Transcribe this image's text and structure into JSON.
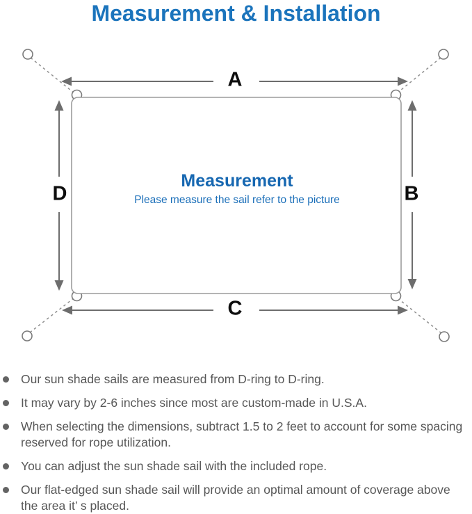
{
  "header": {
    "title": "Measurement & Installation"
  },
  "colors": {
    "title_blue": "#1b74bc",
    "heading_blue": "#1667b1",
    "subtitle_blue": "#1b6fb9",
    "outline_gray": "#9c9c9c",
    "arrow_gray": "#6d6d6d",
    "note_text_gray": "#575757",
    "label_black": "#0d0d0d"
  },
  "diagram": {
    "labels": {
      "top": "A",
      "right": "B",
      "bottom": "C",
      "left": "D"
    },
    "center": {
      "heading": "Measurement",
      "subtitle": "Please measure the sail refer to the picture"
    },
    "icons": [
      "anchor-point-icon",
      "d-ring-icon",
      "rope-dashed-line",
      "sail-outline",
      "double-arrow"
    ]
  },
  "notes": {
    "items": [
      {
        "lines": [
          "Our sun shade sails are measured from D-ring to D-ring."
        ]
      },
      {
        "lines": [
          "It may vary by 2-6 inches since most are custom-made in U.S.A."
        ]
      },
      {
        "lines": [
          "When selecting the dimensions, subtract 1.5 to 2 feet to account for some spacing",
          "reserved for rope utilization."
        ]
      },
      {
        "lines": [
          "You can adjust the sun shade sail with the included rope."
        ]
      },
      {
        "lines": [
          "Our flat-edged sun shade sail will provide an optimal amount of coverage above",
          "the area it’ s placed."
        ]
      }
    ]
  }
}
